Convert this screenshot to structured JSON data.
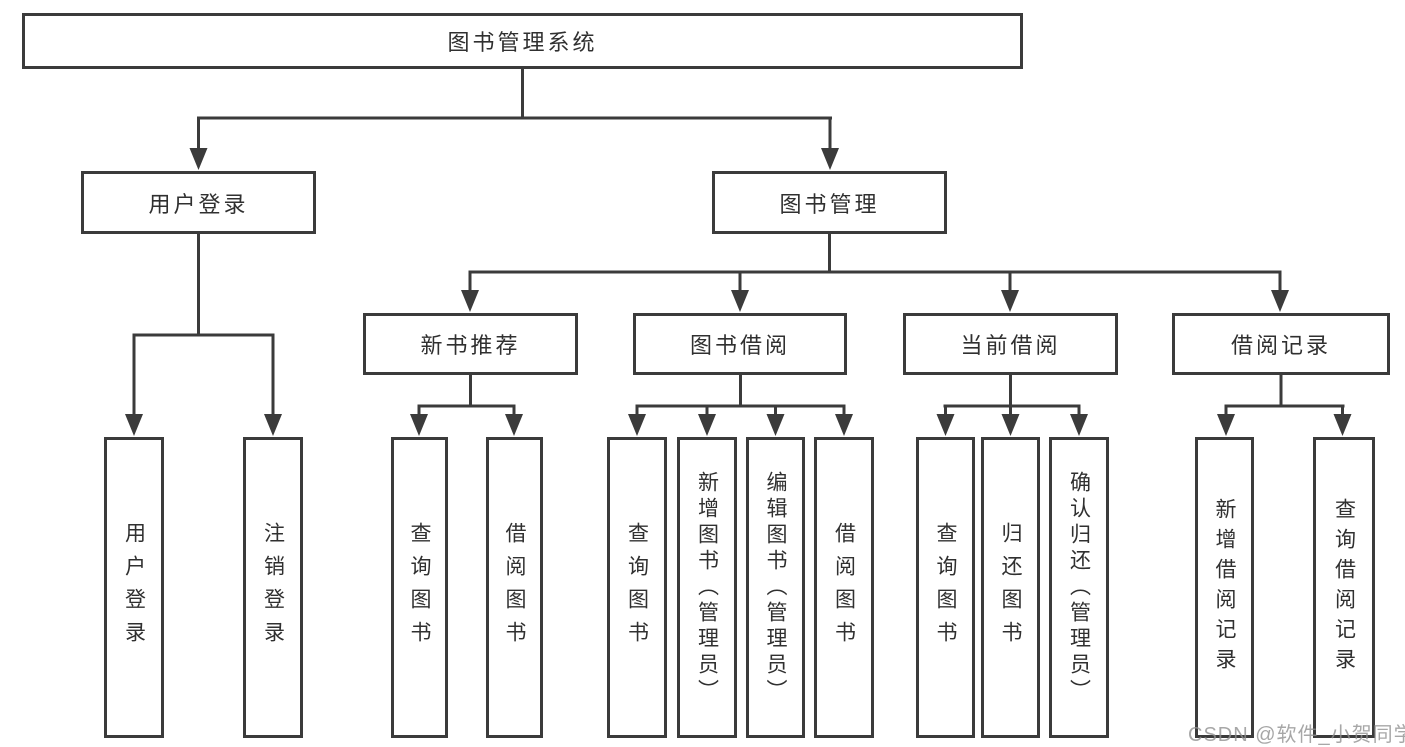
{
  "tree": {
    "label": "图书管理系统",
    "children": [
      {
        "label": "用户登录",
        "children": [
          {
            "label": "用户登录"
          },
          {
            "label": "注销登录"
          }
        ]
      },
      {
        "label": "图书管理",
        "children": [
          {
            "label": "新书推荐",
            "children": [
              {
                "label": "查询图书"
              },
              {
                "label": "借阅图书"
              }
            ]
          },
          {
            "label": "图书借阅",
            "children": [
              {
                "label": "查询图书"
              },
              {
                "label": "新增图书（管理员）"
              },
              {
                "label": "编辑图书（管理员）"
              },
              {
                "label": "借阅图书"
              }
            ]
          },
          {
            "label": "当前借阅",
            "children": [
              {
                "label": "查询图书"
              },
              {
                "label": "归还图书"
              },
              {
                "label": "确认归还（管理员）"
              }
            ]
          },
          {
            "label": "借阅记录",
            "children": [
              {
                "label": "新增借阅记录"
              },
              {
                "label": "查询借阅记录"
              }
            ]
          }
        ]
      }
    ]
  },
  "watermark": {
    "text": "CSDN @软件_小贺同学"
  },
  "colors": {
    "line": "#3b3b3b",
    "text": "#303030",
    "box_fill": "#ffffff",
    "watermark": "#919191",
    "background": "#ffffff"
  }
}
